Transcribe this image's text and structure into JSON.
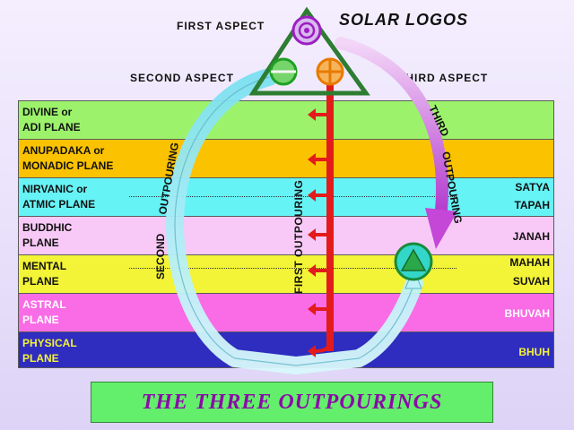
{
  "header": {
    "first_aspect": "FIRST   ASPECT",
    "solar_logos": "SOLAR  LOGOS",
    "second_aspect": "SECOND   ASPECT",
    "third_aspect": "THIRD   ASPECT"
  },
  "planes": [
    {
      "label": "DIVINE or\nADI PLANE",
      "color": "#9cf36b",
      "label_color": "#111111",
      "right": []
    },
    {
      "label": "ANUPADAKA or\nMONADIC PLANE",
      "color": "#fbc200",
      "label_color": "#111111",
      "right": []
    },
    {
      "label": "NIRVANIC or\nATMIC PLANE",
      "color": "#66f3f6",
      "label_color": "#111111",
      "right": [
        "SATYA",
        "TAPAH"
      ]
    },
    {
      "label": "BUDDHIC\nPLANE",
      "color": "#f8c9f6",
      "label_color": "#111111",
      "right": [
        "JANAH"
      ]
    },
    {
      "label": "MENTAL\nPLANE",
      "color": "#f3f337",
      "label_color": "#111111",
      "right": [
        "MAHAH",
        "SUVAH"
      ]
    },
    {
      "label": "ASTRAL\nPLANE",
      "color": "#f96ce6",
      "label_color": "#ffffff",
      "right": [
        "BHUVAH"
      ]
    },
    {
      "label": "PHYSICAL\nPLANE",
      "color": "#2f2cc0",
      "label_color": "#f3f337",
      "right": [
        "BHUH"
      ]
    }
  ],
  "outpourings": {
    "first": "FIRST   OUTPOURING",
    "second_top": "OUTPOURING",
    "second_bottom": "SECOND",
    "third_top": "THIRD",
    "third_bottom": "OUTPOURING"
  },
  "title": "THE  THREE  OUTPOURINGS",
  "colors": {
    "triangle": "#2e7d32",
    "first_aspect_symbol": "#9b1fc0",
    "second_aspect_symbol": "#1fa024",
    "third_aspect_symbol": "#e87a00",
    "first_outpouring": "#e31b1b",
    "second_outpouring": "#a8ecf3",
    "third_outpouring": "#c447d7",
    "title_box": "#63ef6b",
    "title_text": "#8b0aa8"
  },
  "icons": [
    "circle-dot-symbol",
    "circle-minus-symbol",
    "circle-plus-symbol",
    "circle-triangle-symbol"
  ]
}
